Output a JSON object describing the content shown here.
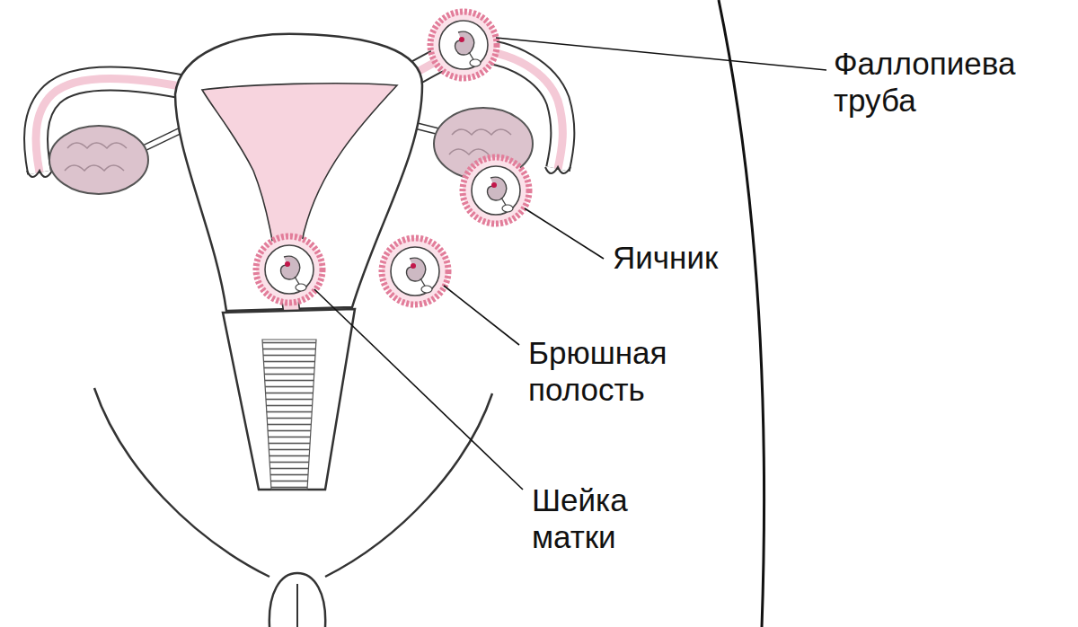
{
  "diagram": {
    "labels": [
      "Фаллопиева труба",
      "Яичник",
      "Брюшная полость",
      "Шейка матки"
    ]
  }
}
